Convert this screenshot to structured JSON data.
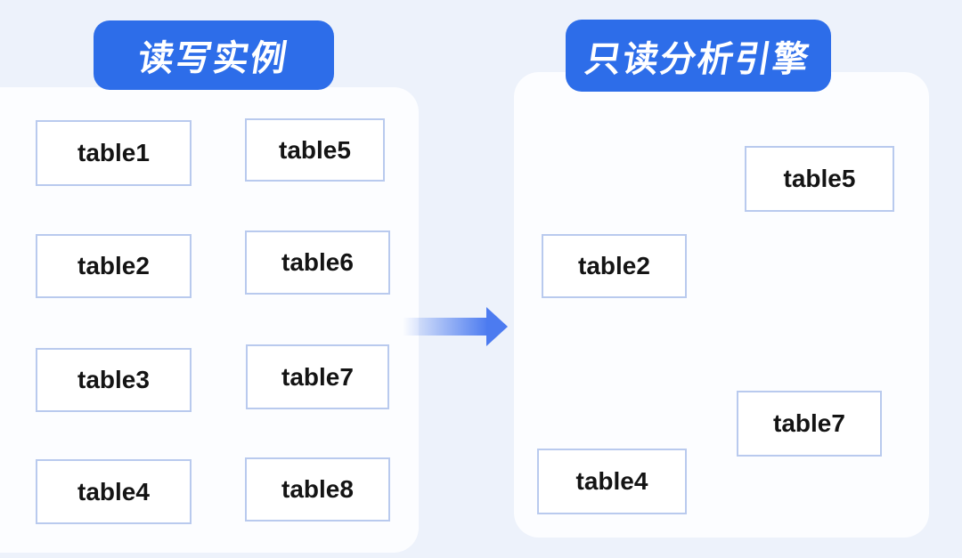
{
  "diagram": {
    "left_panel": {
      "title": "读写实例",
      "tables": [
        "table1",
        "table2",
        "table3",
        "table4",
        "table5",
        "table6",
        "table7",
        "table8"
      ]
    },
    "right_panel": {
      "title": "只读分析引擎",
      "tables": [
        "table5",
        "table2",
        "table7",
        "table4"
      ]
    },
    "colors": {
      "page_bg": "#edf2fb",
      "panel_bg": "#fcfdff",
      "header_bg": "#2d6de9",
      "header_text": "#ffffff",
      "box_border": "#b9caee",
      "box_bg": "#ffffff",
      "box_text": "#141414",
      "arrow": "#4c7bf0"
    }
  }
}
